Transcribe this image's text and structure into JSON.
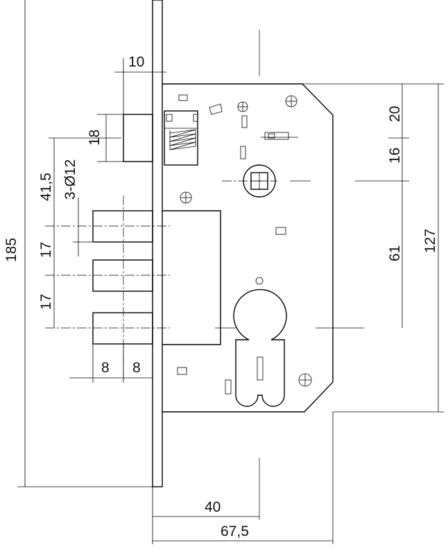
{
  "drawing": {
    "subject": "mortise lock technical drawing",
    "units": "mm"
  },
  "dimensions": {
    "faceplate_thickness": "10",
    "latch_height": "18",
    "dead_bolt_offset": "41,5",
    "bolt_holes": "3-Ø12",
    "bolt_spacing_upper": "17",
    "bolt_spacing_lower": "17",
    "overall_height": "185",
    "bolt_width_left": "8",
    "bolt_width_right": "8",
    "top_to_spindle": "20",
    "spindle_square": "16",
    "spindle_to_cylinder": "61",
    "body_height": "127",
    "backset": "40",
    "body_depth": "67,5"
  }
}
